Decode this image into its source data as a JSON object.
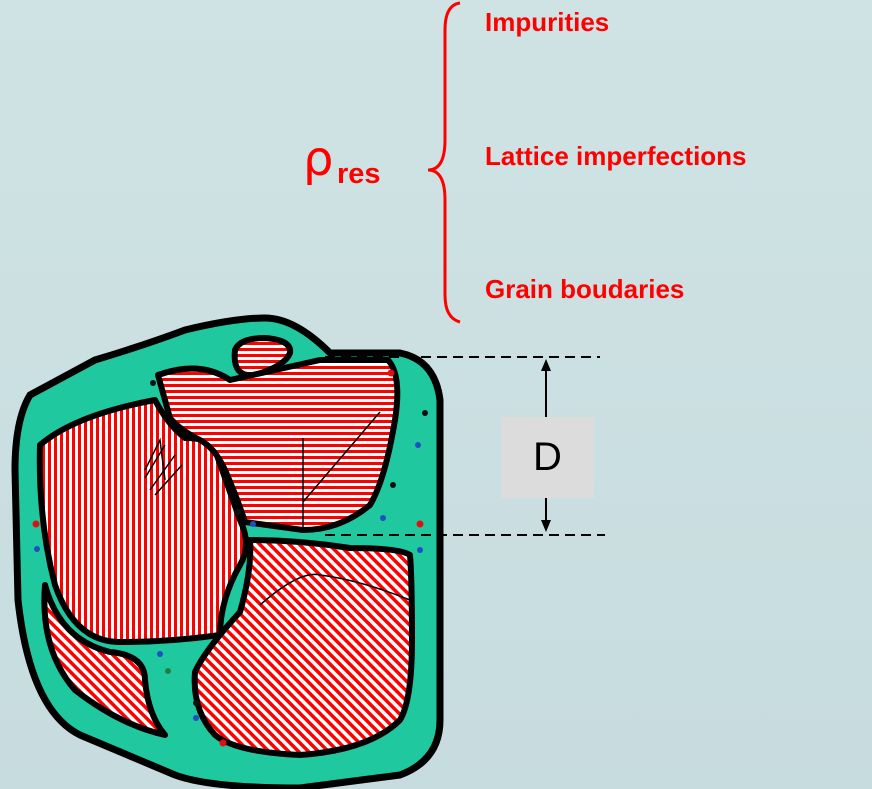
{
  "symbol": {
    "greek": "ρ",
    "subscript": "res"
  },
  "categories": [
    {
      "label": "Impurities"
    },
    {
      "label": "Lattice imperfections"
    },
    {
      "label": "Grain boudaries"
    }
  ],
  "dimension_label": "D",
  "colors": {
    "accent": "#ff0000",
    "matrix": "#20c8a0",
    "outline": "#000000",
    "background": "#cbdfe1",
    "label_box": "#dcdcdc"
  }
}
